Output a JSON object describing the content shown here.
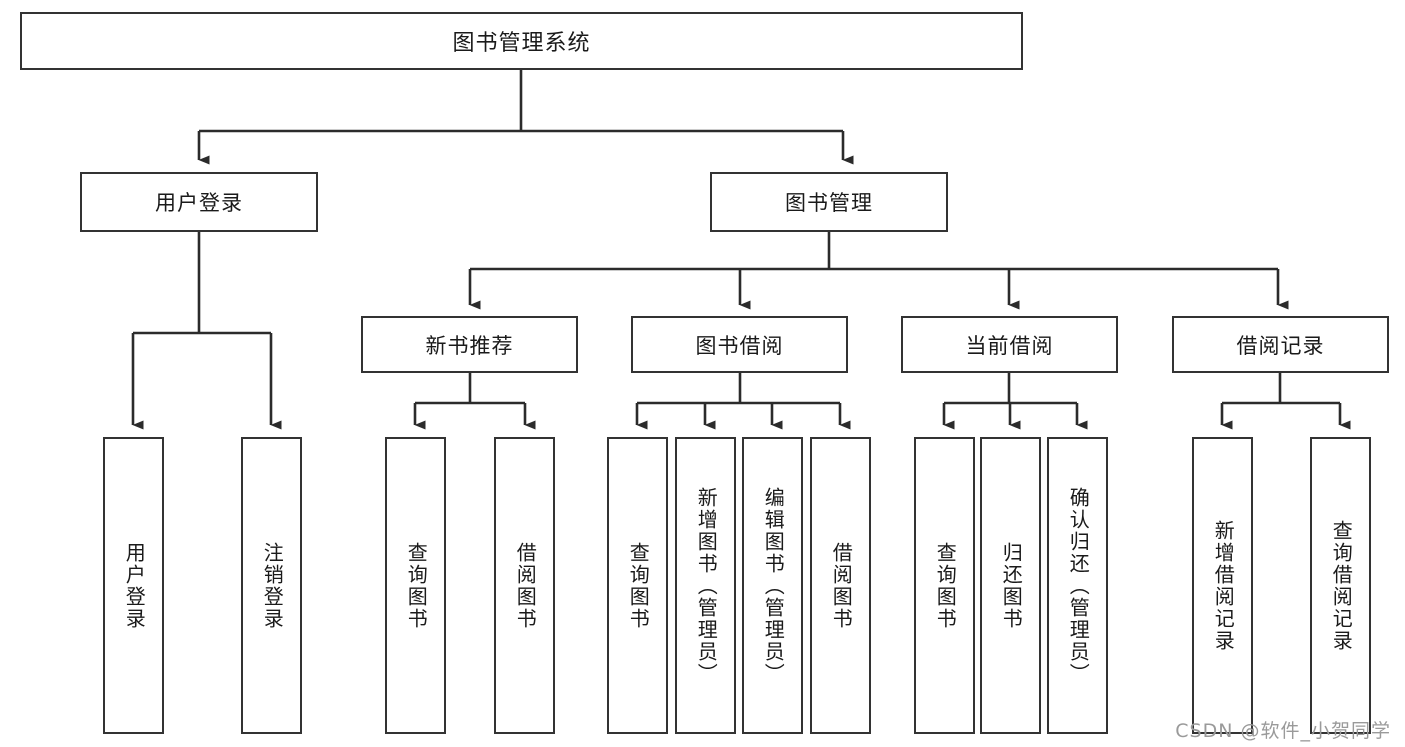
{
  "diagram": {
    "type": "tree-hierarchy-chart",
    "title": "图书管理系统",
    "stroke_color": "#333333",
    "fill_color": "#ffffff",
    "text_color": "#1a1a1a",
    "levels": {
      "root": {
        "label": "图书管理系统"
      },
      "level2": [
        {
          "label": "用户登录"
        },
        {
          "label": "图书管理"
        }
      ],
      "level3": [
        {
          "label": "新书推荐"
        },
        {
          "label": "图书借阅"
        },
        {
          "label": "当前借阅"
        },
        {
          "label": "借阅记录"
        }
      ],
      "leaves": {
        "user_login": [
          {
            "label": "用户登录"
          },
          {
            "label": "注销登录"
          }
        ],
        "new_book_recommend": [
          {
            "label": "查询图书"
          },
          {
            "label": "借阅图书"
          }
        ],
        "book_borrow": [
          {
            "label": "查询图书"
          },
          {
            "label": "新增图书（管理员）"
          },
          {
            "label": "编辑图书（管理员）"
          },
          {
            "label": "借阅图书"
          }
        ],
        "current_borrow": [
          {
            "label": "查询图书"
          },
          {
            "label": "归还图书"
          },
          {
            "label": "确认归还（管理员）"
          }
        ],
        "borrow_record": [
          {
            "label": "新增借阅记录"
          },
          {
            "label": "查询借阅记录"
          }
        ]
      }
    }
  },
  "watermark": {
    "text": "CSDN @软件_小贺同学"
  }
}
